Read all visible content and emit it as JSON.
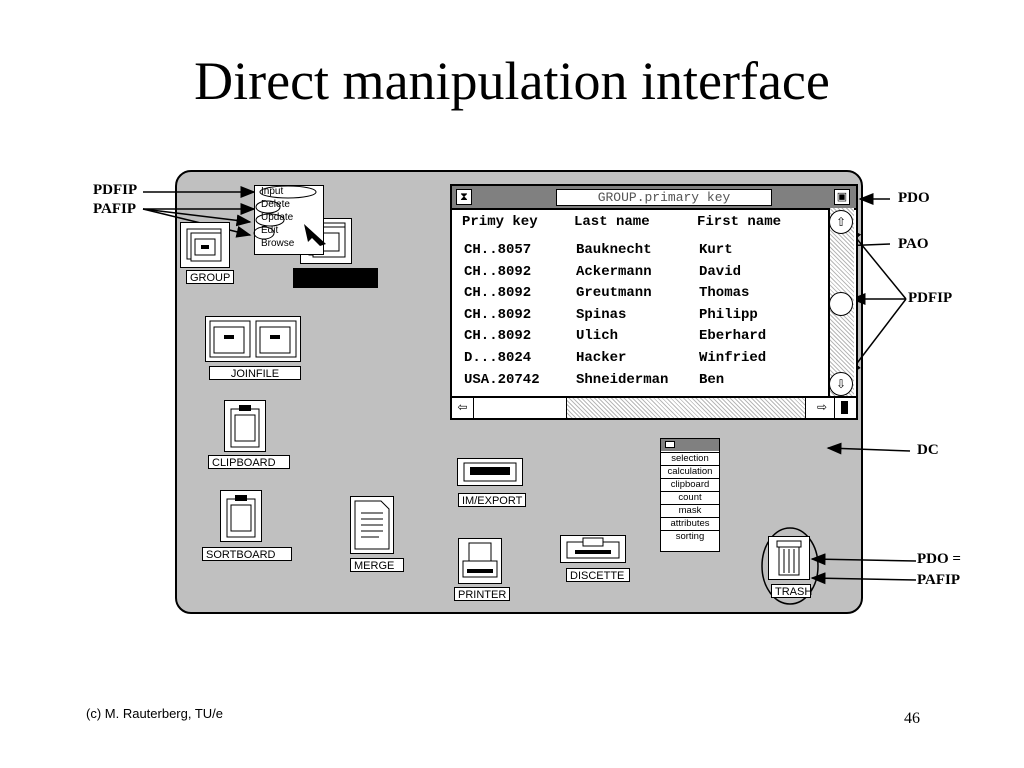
{
  "slide": {
    "title": "Direct manipulation interface",
    "footer_left": "(c) M. Rauterberg, TU/e",
    "page_number": "46"
  },
  "callouts": {
    "pdfip_left": "PDFIP",
    "pafip_left": "PAFIP",
    "pdo": "PDO",
    "pao": "PAO",
    "pdfip_right": "PDFIP",
    "dc": "DC",
    "pdo_eq": "PDO =",
    "pafip_right": "PAFIP"
  },
  "popup_menu": {
    "items": [
      "Input",
      "Delete",
      "Update",
      "Edit",
      "Browse"
    ]
  },
  "desktop_icons": {
    "group": "GROUP",
    "joinfile": "JOINFILE",
    "clipboard": "CLIPBOARD",
    "sortboard": "SORTBOARD",
    "merge": "MERGE",
    "im_export": "IM/EXPORT",
    "printer": "PRINTER",
    "discette": "DISCETTE",
    "trash": "TRASH"
  },
  "table_window": {
    "title": "GROUP.primary key",
    "columns": [
      "Primy key",
      "Last name",
      "First name"
    ],
    "rows": [
      [
        "CH..8057",
        "Bauknecht",
        "Kurt"
      ],
      [
        "CH..8092",
        "Ackermann",
        "David"
      ],
      [
        "CH..8092",
        "Greutmann",
        "Thomas"
      ],
      [
        "CH..8092",
        "Spinas",
        "Philipp"
      ],
      [
        "CH..8092",
        "Ulich",
        "Eberhard"
      ],
      [
        "D...8024",
        "Hacker",
        "Winfried"
      ],
      [
        "USA.20742",
        "Shneiderman",
        "Ben"
      ]
    ]
  },
  "dialog_menu": {
    "items": [
      "selection",
      "calculation",
      "clipboard",
      "count",
      "mask",
      "attributes",
      "sorting"
    ]
  }
}
